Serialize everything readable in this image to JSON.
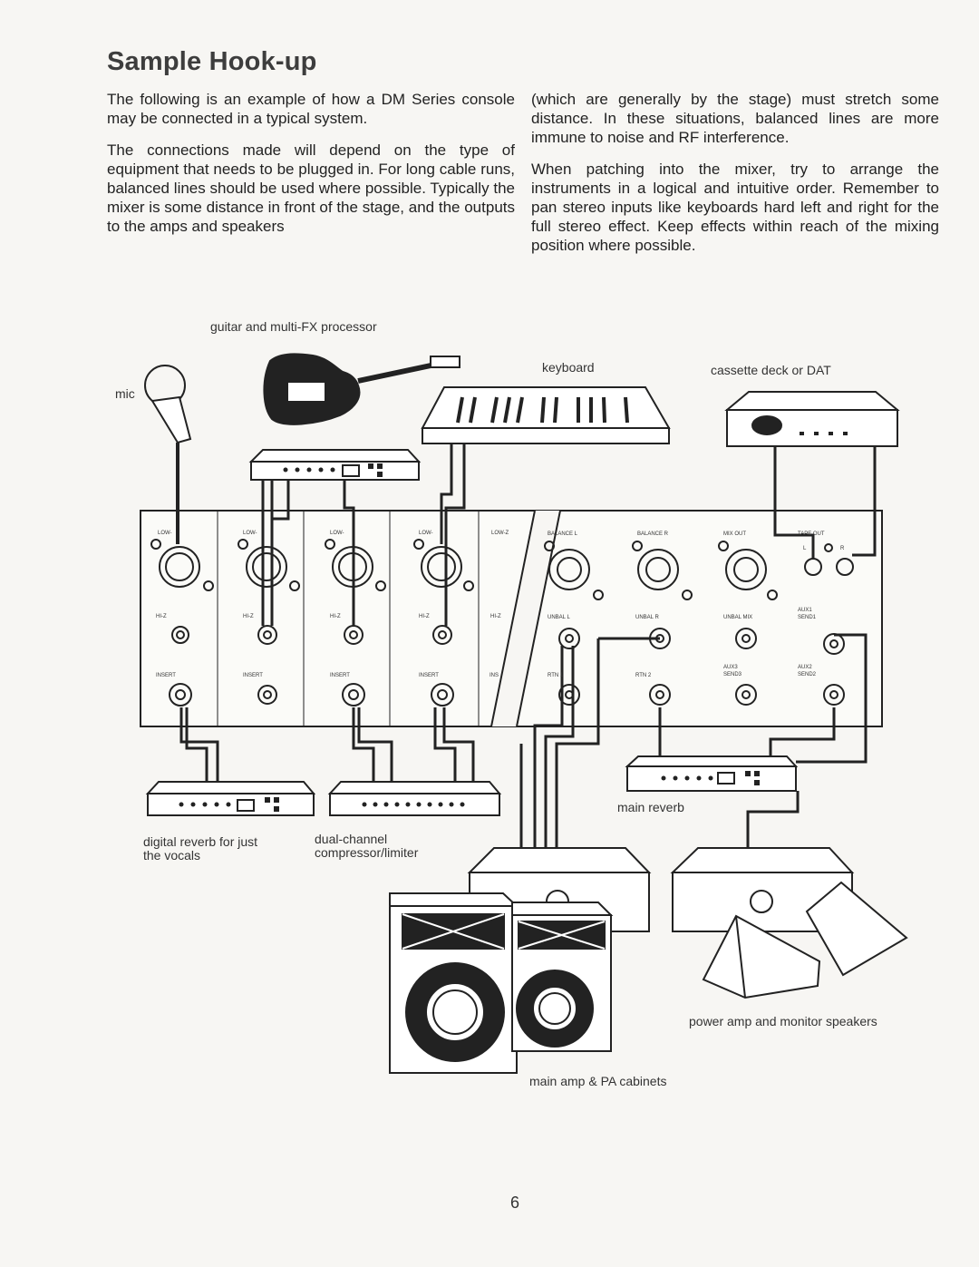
{
  "title": "Sample Hook-up",
  "left_column": [
    "The following is an example of how a DM Series console may be connected in a typical system.",
    "The connections made will depend on the type of equipment that needs to be plugged in. For long cable runs, balanced lines should be used where possible. Typically the mixer is some distance in front of the stage, and the outputs to the amps and speakers"
  ],
  "right_column": [
    "(which are generally by the stage) must stretch some distance. In these situations, balanced lines are more immune to noise and RF interference.",
    "When patching into the mixer, try to arrange the instruments in a logical and intuitive order. Remember to pan stereo inputs like keyboards hard left and right for the full stereo effect. Keep effects within reach of the mixing position where possible."
  ],
  "labels": {
    "guitar": "guitar and multi-FX processor",
    "mic": "mic",
    "keyboard": "keyboard",
    "cassette": "cassette deck or DAT",
    "main_reverb": "main reverb",
    "digital_reverb_1": "digital reverb for just",
    "digital_reverb_2": "the vocals",
    "compressor_1": "dual-channel",
    "compressor_2": "compressor/limiter",
    "power_amp": "power amp and monitor speakers",
    "main_amp": "main amp & PA cabinets"
  },
  "panel_labels": {
    "low": "LOW-",
    "low_z": "LOW-Z",
    "hi_z": "HI-Z",
    "insert": "INSERT",
    "ins": "INS",
    "balance_l": "BALANCE L",
    "balance_r": "BALANCE R",
    "mix_out": "MIX OUT",
    "tape_out": "TAPE OUT",
    "tape_lr": "L",
    "tape_r": "R",
    "unbal_l": "UNBAL L",
    "unbal_r": "UNBAL R",
    "unbal_mix": "UNBAL MIX",
    "rtn1": "RTN 1",
    "rtn2": "RTN 2",
    "aux1": "AUX1",
    "send1": "SEND1",
    "aux3": "AUX3",
    "send3": "SEND3",
    "aux2": "AUX2",
    "send2": "SEND2"
  },
  "page_number": "6"
}
